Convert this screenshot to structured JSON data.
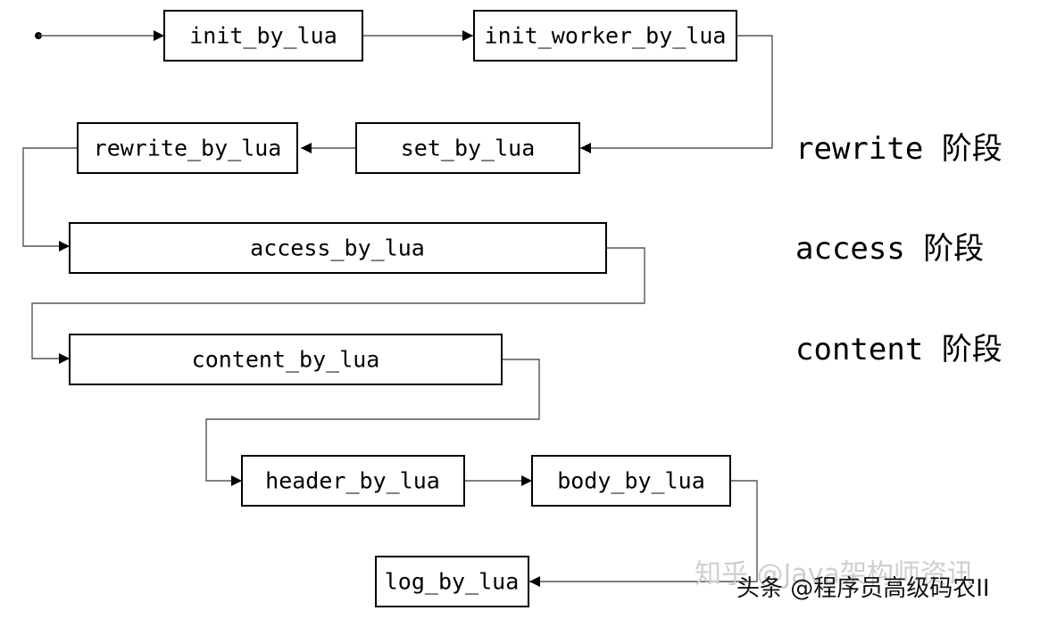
{
  "nodes": {
    "init_by_lua": "init_by_lua",
    "init_worker_by_lua": "init_worker_by_lua",
    "rewrite_by_lua": "rewrite_by_lua",
    "set_by_lua": "set_by_lua",
    "access_by_lua": "access_by_lua",
    "content_by_lua": "content_by_lua",
    "header_by_lua": "header_by_lua",
    "body_by_lua": "body_by_lua",
    "log_by_lua": "log_by_lua"
  },
  "phases": {
    "rewrite": "rewrite 阶段",
    "access": "access 阶段",
    "content": "content 阶段"
  },
  "watermarks": {
    "zhihu": "知乎 @Java架构师资讯",
    "toutiao": "头条 @程序员高级码农II"
  }
}
